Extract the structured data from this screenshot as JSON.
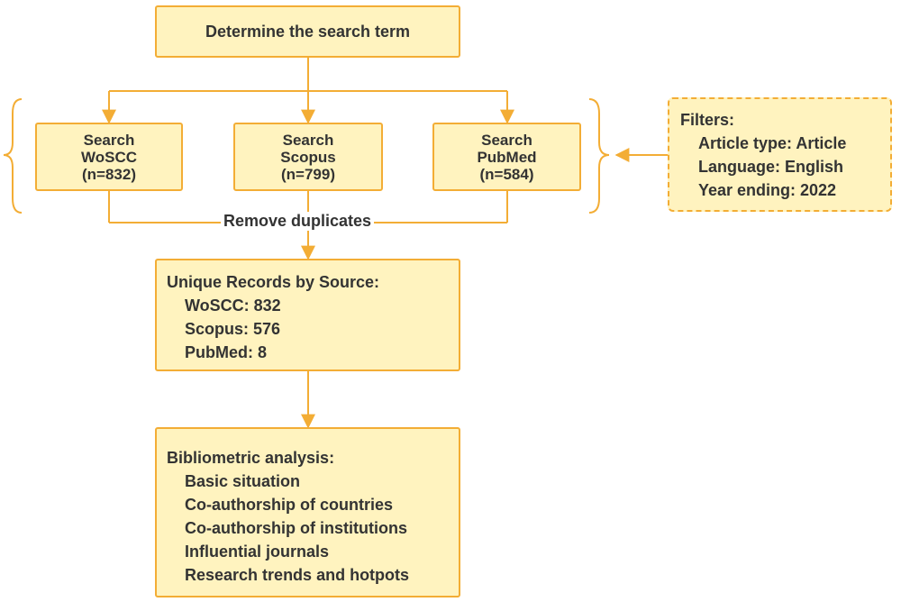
{
  "nodes": {
    "search_term": {
      "text": "Determine the search term"
    },
    "woscc": {
      "lines": [
        "Search",
        "WoSCC",
        "(n=832)"
      ]
    },
    "scopus": {
      "lines": [
        "Search",
        "Scopus",
        "(n=799)"
      ]
    },
    "pubmed": {
      "lines": [
        "Search",
        "PubMed",
        "(n=584)"
      ]
    },
    "filters": {
      "title": "Filters:",
      "items": [
        "Article type: Article",
        "Language: English",
        "Year ending: 2022"
      ]
    },
    "unique": {
      "title": "Unique Records by Source:",
      "items": [
        "WoSCC: 832",
        "Scopus: 576",
        "PubMed: 8"
      ]
    },
    "analysis": {
      "title": "Bibliometric analysis:",
      "items": [
        "Basic situation",
        "Co-authorship of countries",
        "Co-authorship of institutions",
        "Influential journals",
        "Research trends and hotpots"
      ]
    }
  },
  "edge_labels": {
    "remove_duplicates": "Remove duplicates"
  },
  "colors": {
    "box_fill": "#fff3bf",
    "box_border": "#f3ad35",
    "text": "#333333",
    "arrow": "#f3ad35"
  }
}
